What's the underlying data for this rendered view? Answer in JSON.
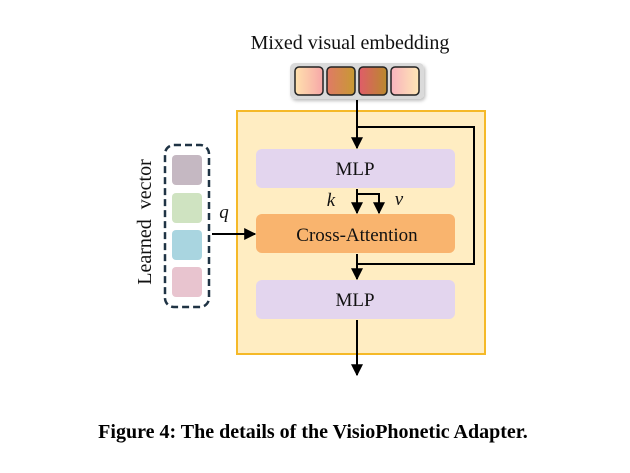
{
  "diagram": {
    "input_label": "Mixed visual embedding",
    "input_token_colors": [
      [
        "#ffe2ad",
        "#f7a7a8"
      ],
      [
        "#e07a66",
        "#c79a32"
      ],
      [
        "#e05c6a",
        "#b98a2c"
      ],
      [
        "#f8b3be",
        "#ffe7b5"
      ]
    ],
    "learned_vector_label": "Learned  vector",
    "learned_vector_colors": [
      "#c5b8c2",
      "#cfe3c1",
      "#a9d5e0",
      "#e8c4cf"
    ],
    "query_label": "q",
    "key_label": "k",
    "value_label": "v",
    "mlp_top_label": "MLP",
    "cross_attention_label": "Cross-Attention",
    "mlp_bottom_label": "MLP",
    "colors": {
      "adapter_fill": "#ffedc2",
      "adapter_border": "#f5b928",
      "mlp_fill": "#e3d5ee",
      "cross_attention_fill": "#f9b46e",
      "token_box_fill": "#dadada",
      "learned_vector_border": "#1f3344"
    }
  },
  "caption": "Figure 4: The details of the VisioPhonetic Adapter."
}
